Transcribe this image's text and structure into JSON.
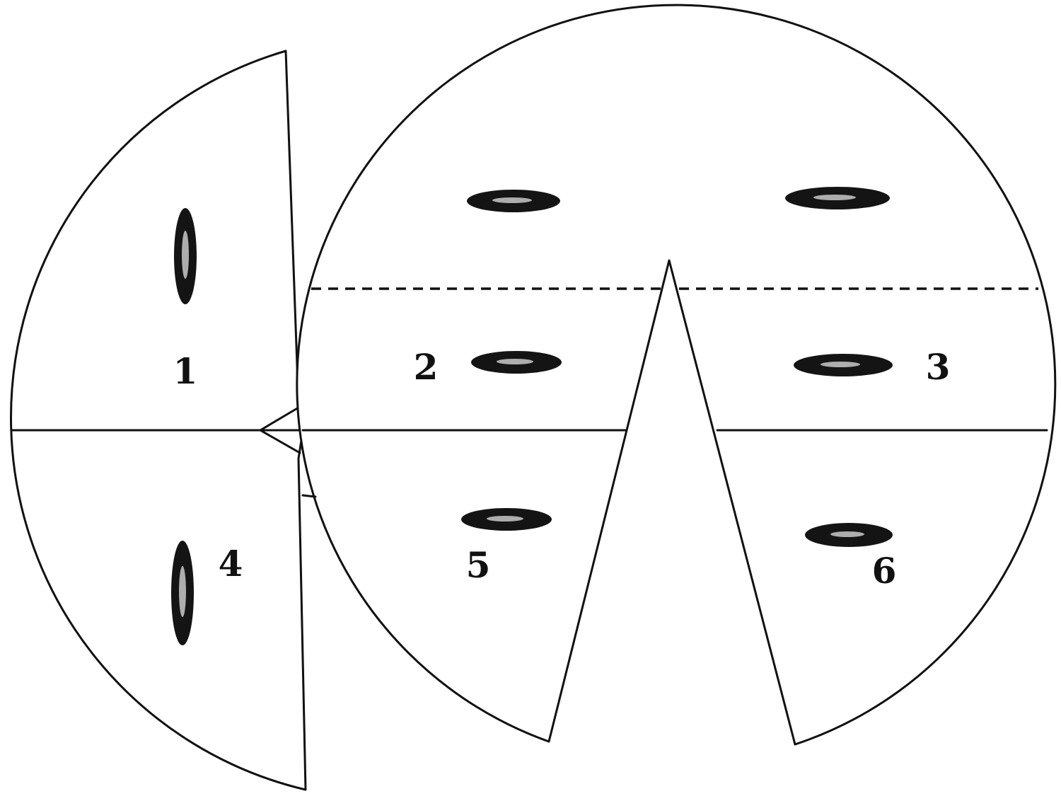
{
  "labels": {
    "n1": "1",
    "n2": "2",
    "n3": "3",
    "n4": "4",
    "n5": "5",
    "n6": "6"
  }
}
